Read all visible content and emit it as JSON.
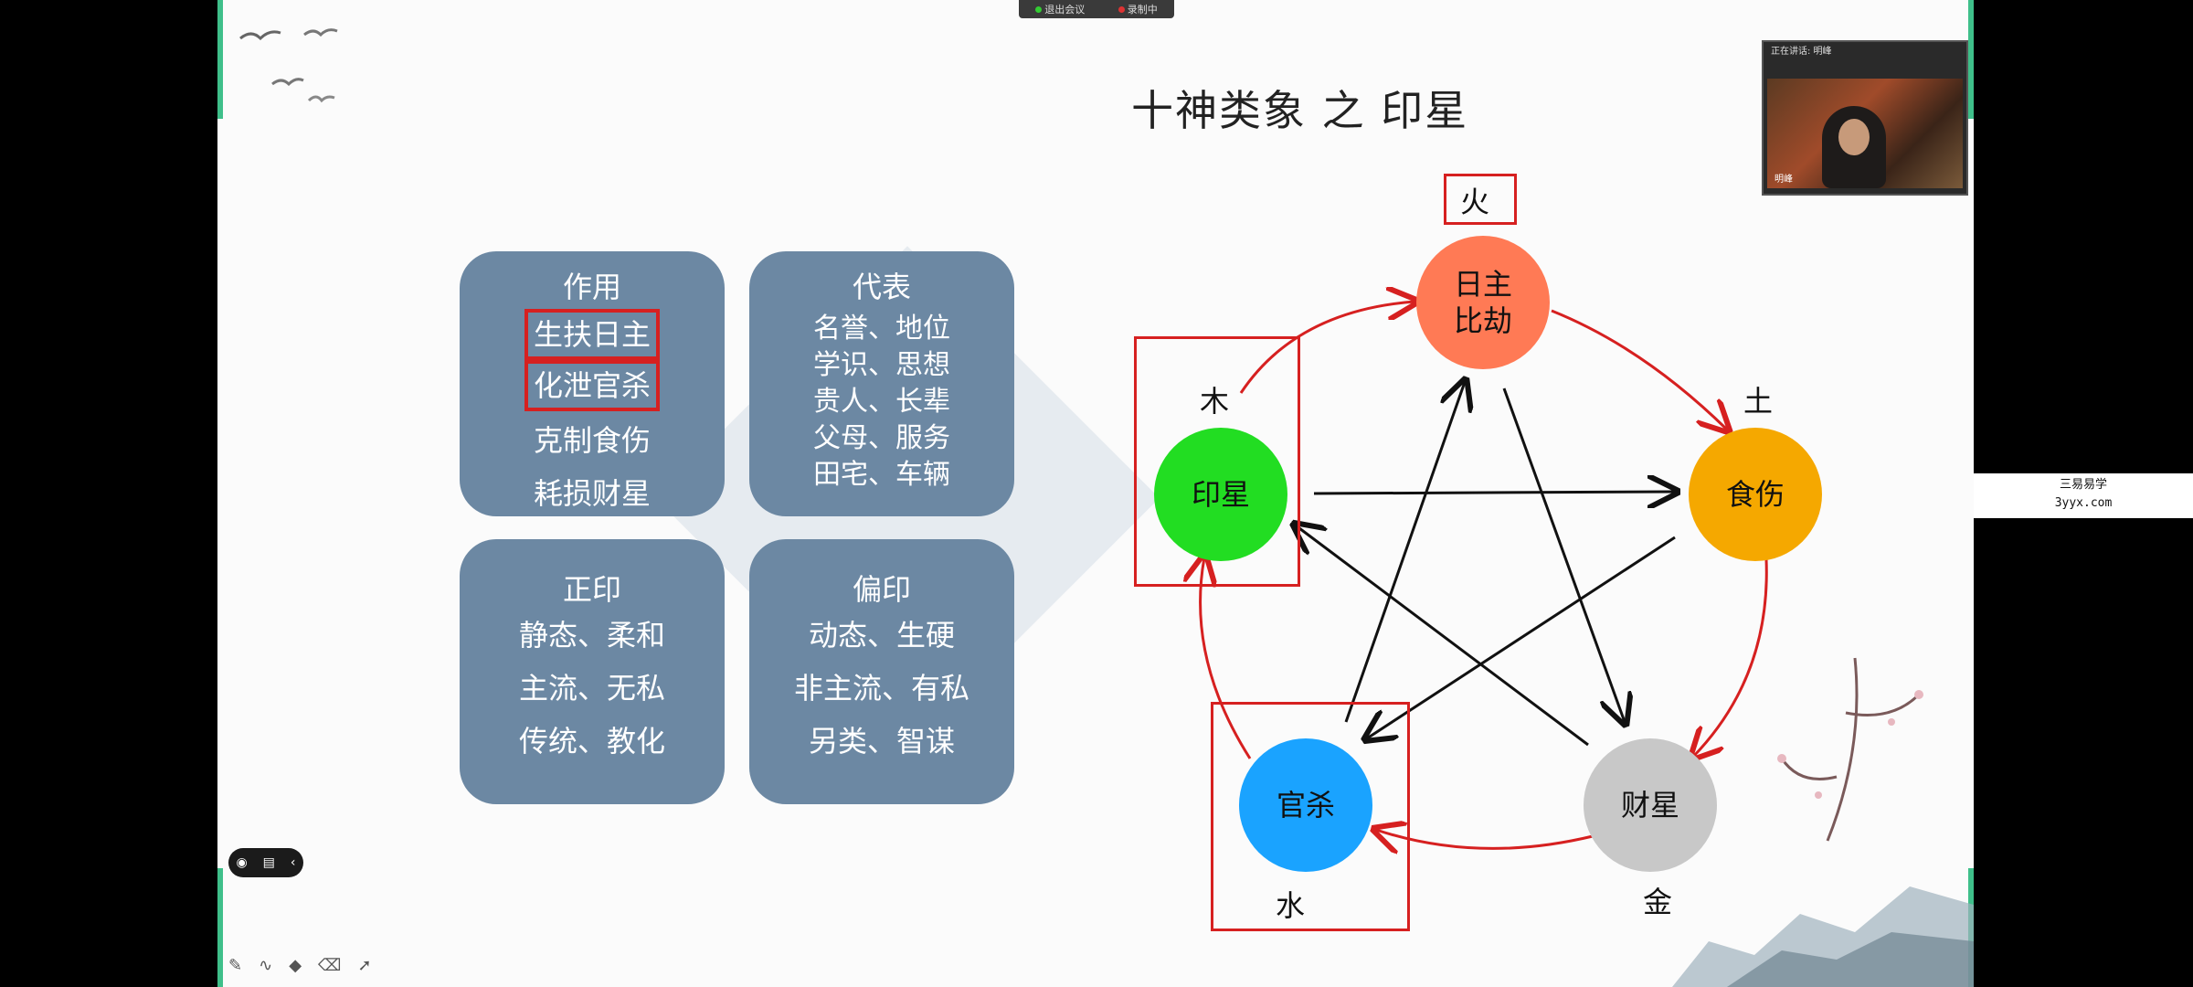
{
  "topbar": {
    "item1": "退出会议",
    "item2": "录制中"
  },
  "slide": {
    "title": "十神类象 之 印星"
  },
  "cards": {
    "zuoyong": {
      "head": "作用",
      "lines": [
        "生扶日主",
        "化泄官杀",
        "克制食伤",
        "耗损财星"
      ]
    },
    "daibiao": {
      "head": "代表",
      "lines": [
        "名誉、地位",
        "学识、思想",
        "贵人、长辈",
        "父母、服务",
        "田宅、车辆"
      ]
    },
    "zhengyin": {
      "head": "正印",
      "lines": [
        "静态、柔和",
        "主流、无私",
        "传统、教化"
      ]
    },
    "pianyin": {
      "head": "偏印",
      "lines": [
        "动态、生硬",
        "非主流、有私",
        "另类、智谋"
      ]
    }
  },
  "diagram": {
    "nodes": {
      "rizhu": {
        "line1": "日主",
        "line2": "比劫",
        "color": "#ff7a55"
      },
      "yinxing": {
        "label": "印星",
        "color": "#22dd22"
      },
      "shishang": {
        "label": "食伤",
        "color": "#f5a800"
      },
      "guansha": {
        "label": "官杀",
        "color": "#1aa3ff"
      },
      "caixing": {
        "label": "财星",
        "color": "#c8c8c8"
      }
    },
    "elements": {
      "huo": "火",
      "mu": "木",
      "tu": "土",
      "shui": "水",
      "jin": "金"
    }
  },
  "pip": {
    "speaking": "正在讲话: 明峰",
    "name": "明峰"
  },
  "brand": {
    "line1": "三易易学",
    "line2": "3yyx.com"
  },
  "toolbar": {
    "icons": [
      "camera-icon",
      "screen-icon",
      "chevron-left-icon"
    ]
  }
}
